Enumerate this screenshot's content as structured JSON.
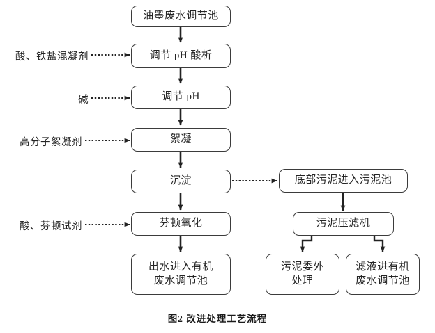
{
  "figure": {
    "caption": "图2  改进处理工艺流程",
    "background_color": "#ffffff",
    "line_color": "#3b3b3b",
    "text_color": "#242424"
  },
  "nodes": {
    "ink_wastewater_tank": {
      "label": "油墨废水调节池"
    },
    "ph_acid_analysis": {
      "label": "调节 pH 酸析"
    },
    "ph_adjust": {
      "label": "调节 pH"
    },
    "flocculation": {
      "label": "絮凝"
    },
    "sedimentation": {
      "label": "沉淀"
    },
    "fenton_oxidation": {
      "label": "芬顿氧化"
    },
    "effluent_to_organic_tank": {
      "line1": "出水进入有机",
      "line2": "废水调节池"
    },
    "bottom_sludge_to_pond": {
      "label": "底部污泥进入污泥池"
    },
    "sludge_filter_press": {
      "label": "污泥压滤机"
    },
    "sludge_outsourced": {
      "line1": "污泥委外",
      "line2": "处理"
    },
    "filtrate_to_organic_tank": {
      "line1": "滤液进有机",
      "line2": "废水调节池"
    }
  },
  "reagents": [
    {
      "name": "acid-iron-salt-coagulant",
      "label": "酸、铁盐混凝剂"
    },
    {
      "name": "alkali",
      "label": "碱"
    },
    {
      "name": "polymer-flocculant",
      "label": "高分子絮凝剂"
    },
    {
      "name": "acid-fenton-reagent",
      "label": "酸、芬顿试剂"
    }
  ]
}
